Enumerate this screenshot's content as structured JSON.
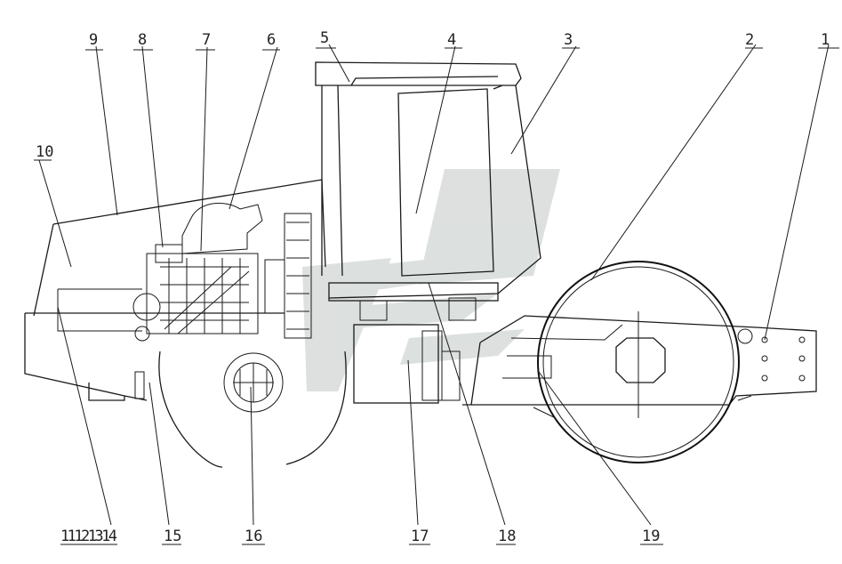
{
  "callouts": [
    {
      "label": "1"
    },
    {
      "label": "2"
    },
    {
      "label": "3"
    },
    {
      "label": "4"
    },
    {
      "label": "5"
    },
    {
      "label": "6"
    },
    {
      "label": "7"
    },
    {
      "label": "8"
    },
    {
      "label": "9"
    },
    {
      "label": "10"
    },
    {
      "label": "11121314"
    },
    {
      "label": "15"
    },
    {
      "label": "16"
    },
    {
      "label": "17"
    },
    {
      "label": "18"
    },
    {
      "label": "19"
    }
  ],
  "colors": {
    "line": "#1a1a1a",
    "watermark": "#d7dbd9"
  }
}
